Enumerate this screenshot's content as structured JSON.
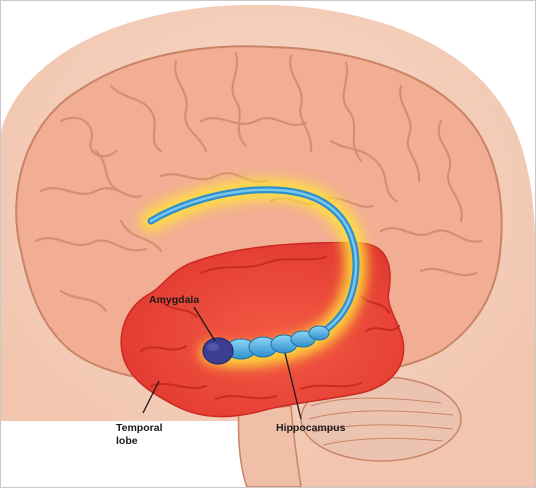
{
  "labels": {
    "amygdala": "Amygdala",
    "temporal_lobe_line1": "Temporal",
    "temporal_lobe_line2": "lobe",
    "hippocampus": "Hippocampus"
  },
  "colors": {
    "background": "#ffffff",
    "head_skin": "#f6d4c2",
    "brain_fill": "#f2ae94",
    "brain_outline": "#c98466",
    "brain_fold": "#d48f72",
    "temporal_lobe": "#ee4035",
    "temporal_lobe_dark": "#c92a22",
    "glow": "#ffe23a",
    "hippocampus": "#3aa0d8",
    "hippocampus_light": "#8fd6f5",
    "amygdala": "#3b3f92",
    "cerebellum": "#ecc3b0",
    "leader_line": "#1a1a1a"
  }
}
